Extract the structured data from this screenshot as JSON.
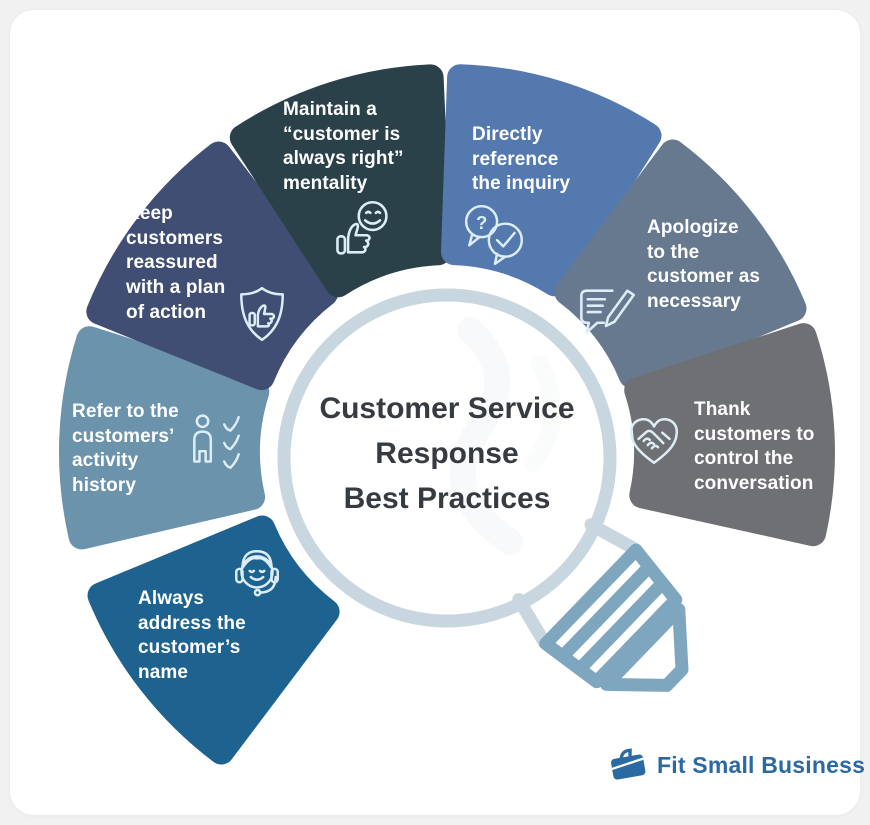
{
  "page": {
    "bg": "#f1f1f2",
    "card_bg": "#ffffff"
  },
  "title": {
    "text": "Customer Service\nResponse\nBest Practices",
    "color": "#363b41"
  },
  "bulb": {
    "ring_color": "#c8d6e0",
    "base_color": "#7ea6bf"
  },
  "segments": [
    {
      "id": "always-address-name",
      "label": "Always\naddress the\ncustomer’s\nname",
      "color": "#1e6390",
      "icon": "headset-icon"
    },
    {
      "id": "refer-activity-history",
      "label": "Refer to the\ncustomers’\nactivity\nhistory",
      "color": "#6b93ab",
      "icon": "person-checklist-icon"
    },
    {
      "id": "keep-customers-reassured",
      "label": "Keep\ncustomers\nreassured\nwith a plan\nof action",
      "color": "#3f4e72",
      "icon": "shield-thumbsup-icon"
    },
    {
      "id": "maintain-mentality",
      "label": "Maintain a\n“customer is\nalways right”\nmentality",
      "color": "#2b4149",
      "icon": "thumbsup-smiley-icon"
    },
    {
      "id": "directly-reference-inquiry",
      "label": "Directly\nreference\nthe inquiry",
      "color": "#5379ae",
      "icon": "chat-bubbles-icon"
    },
    {
      "id": "apologize-as-necessary",
      "label": "Apologize\nto the\ncustomer as\nnecessary",
      "color": "#66798f",
      "icon": "note-pencil-icon"
    },
    {
      "id": "thank-customers",
      "label": "Thank\ncustomers to\ncontrol the\nconversation",
      "color": "#6f7073",
      "icon": "handshake-heart-icon"
    }
  ],
  "logo": {
    "text": "Fit Small Business",
    "color": "#2b69a3",
    "icon": "briefcase-icon"
  }
}
